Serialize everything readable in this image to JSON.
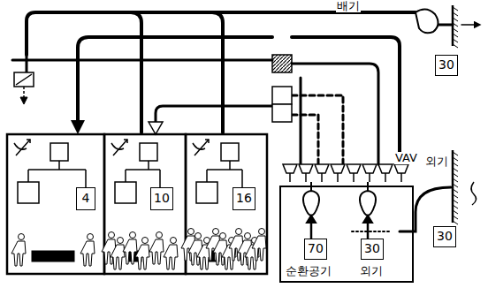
{
  "diagram": {
    "nodes": [
      {
        "text": [
          "4"
        ]
      },
      {
        "text": [
          "10"
        ]
      },
      {
        "text": [
          "16"
        ]
      },
      {
        "text": [
          "순환공기",
          "외기"
        ]
      },
      {
        "text": [
          "70"
        ],
        "in": 3
      },
      {
        "text": [
          "30"
        ],
        "in": 3
      },
      {
        "text": [
          "30"
        ]
      },
      {
        "text": [
          "30"
        ]
      }
    ],
    "labels": [
      "배기",
      "VAV",
      "외기"
    ]
  }
}
